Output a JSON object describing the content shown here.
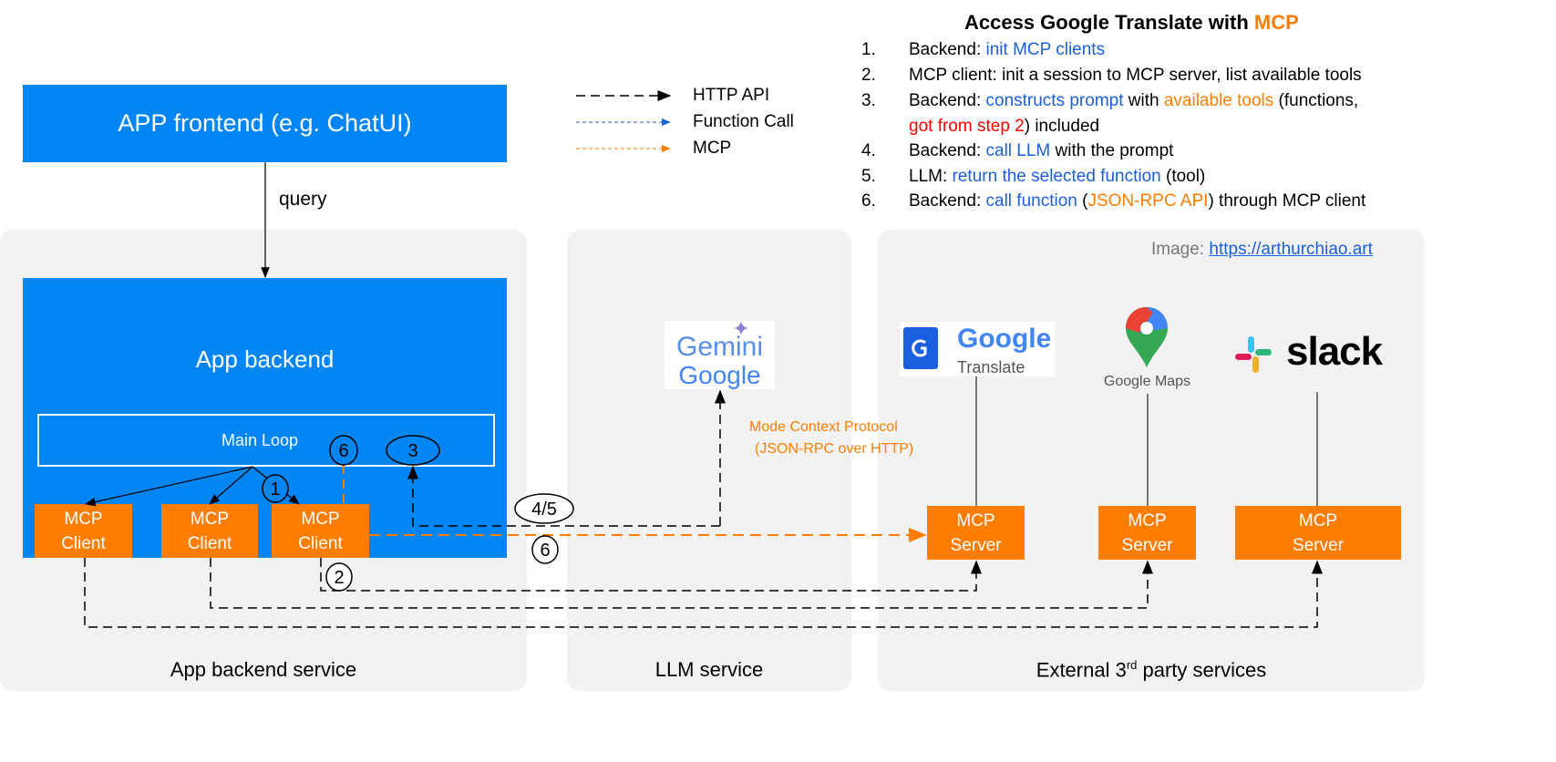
{
  "title": {
    "prefix": "Access Google Translate with ",
    "highlight": "MCP"
  },
  "steps": [
    {
      "num": "1.",
      "parts": [
        {
          "t": "Backend: ",
          "c": ""
        },
        {
          "t": "init MCP clients",
          "c": "b"
        }
      ]
    },
    {
      "num": "2.",
      "parts": [
        {
          "t": "MCP client: init a session to MCP server, list available tools",
          "c": ""
        }
      ]
    },
    {
      "num": "3.",
      "parts": [
        {
          "t": "Backend: ",
          "c": ""
        },
        {
          "t": "constructs prompt",
          "c": "b"
        },
        {
          "t": " with ",
          "c": ""
        },
        {
          "t": "available tools",
          "c": "o"
        },
        {
          "t": " (functions,",
          "c": ""
        }
      ]
    },
    {
      "num": "",
      "parts": [
        {
          "t": "got from step 2",
          "c": "r"
        },
        {
          "t": ") included",
          "c": ""
        }
      ]
    },
    {
      "num": "4.",
      "parts": [
        {
          "t": "Backend: ",
          "c": ""
        },
        {
          "t": "call LLM",
          "c": "b"
        },
        {
          "t": " with the prompt",
          "c": ""
        }
      ]
    },
    {
      "num": "5.",
      "parts": [
        {
          "t": "LLM: ",
          "c": ""
        },
        {
          "t": "return the selected function",
          "c": "b"
        },
        {
          "t": " (tool)",
          "c": ""
        }
      ]
    },
    {
      "num": "6.",
      "parts": [
        {
          "t": "Backend: ",
          "c": ""
        },
        {
          "t": "call function",
          "c": "b"
        },
        {
          "t": " (",
          "c": ""
        },
        {
          "t": "JSON-RPC API",
          "c": "o"
        },
        {
          "t": ") through MCP client",
          "c": ""
        }
      ]
    }
  ],
  "legend": [
    {
      "label": "HTTP API",
      "color": "#000000"
    },
    {
      "label": "Function Call",
      "color": "#1a5fe0"
    },
    {
      "label": "MCP",
      "color": "#ff7d00"
    }
  ],
  "frontend": "APP frontend (e.g. ChatUI)",
  "query": "query",
  "backend": {
    "title": "App backend",
    "main_loop": "Main Loop",
    "client_label_1": "MCP",
    "client_label_2": "Client"
  },
  "server": {
    "label_1": "MCP",
    "label_2": "Server"
  },
  "markers": {
    "m1": "1",
    "m2": "2",
    "m3": "3",
    "m45": "4/5",
    "m6": "6"
  },
  "protocol": {
    "line1": "Mode Context Protocol",
    "line2": "(JSON-RPC over HTTP)"
  },
  "credit": {
    "prefix": "Image: ",
    "link": "https://arthurchiao.art"
  },
  "logos": {
    "gemini": "Gemini",
    "gemini_sub": "Google",
    "translate": "Google",
    "translate_sub": "Translate",
    "maps": "Google Maps",
    "slack": "slack"
  },
  "panels": {
    "backend": "App backend service",
    "llm": "LLM service",
    "external_prefix": "External 3",
    "external_sup": "rd",
    "external_suffix": " party services"
  },
  "colors": {
    "blue": "#0085f5",
    "orange": "#ff7d00",
    "panel": "#f2f2f2"
  }
}
